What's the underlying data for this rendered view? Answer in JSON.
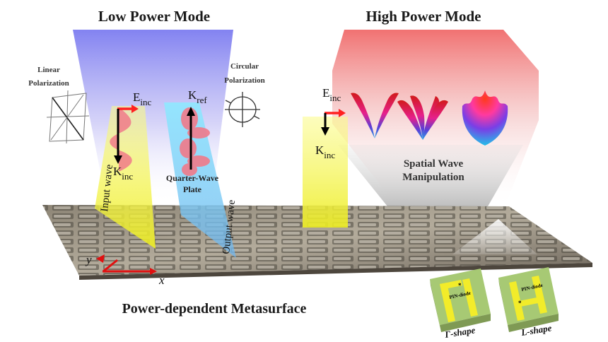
{
  "titles": {
    "low_power": "Low Power Mode",
    "high_power": "High Power Mode",
    "metasurface": "Power-dependent Metasurface"
  },
  "low_mode": {
    "linear_polarization_line1": "Linear",
    "linear_polarization_line2": "Polarization",
    "circular_polarization_line1": "Circular",
    "circular_polarization_line2": "Polarization",
    "e_inc_main": "E",
    "e_inc_sub": "inc",
    "k_inc_main": "K",
    "k_inc_sub": "inc",
    "k_ref_main": "K",
    "k_ref_sub": "ref",
    "input_wave": "Input wave",
    "output_wave": "Output wave",
    "quarter_wave_line1": "Quarter-Wave",
    "quarter_wave_line2": "Plate"
  },
  "high_mode": {
    "e_inc_main": "E",
    "e_inc_sub": "inc",
    "k_inc_main": "K",
    "k_inc_sub": "inc",
    "spatial_line1": "Spatial Wave",
    "spatial_line2": "Manipulation"
  },
  "axes": {
    "x": "x",
    "y": "y"
  },
  "cells": {
    "gamma_diode": "PIN-diode",
    "l_diode": "PIN-diode",
    "gamma_label": "Γ-shape",
    "l_label": "L-shape"
  },
  "colors": {
    "low_beam": "#8f8ff0",
    "high_beam": "#f07070",
    "input_beam": "#f2f24a",
    "output_beam": "#4fd0ee",
    "arrow_e": "#ff2020",
    "arrow_k": "#000000",
    "axis_arrow": "#e01010",
    "cell_green": "#9fc46a",
    "cell_gold": "#f2ec2a"
  }
}
